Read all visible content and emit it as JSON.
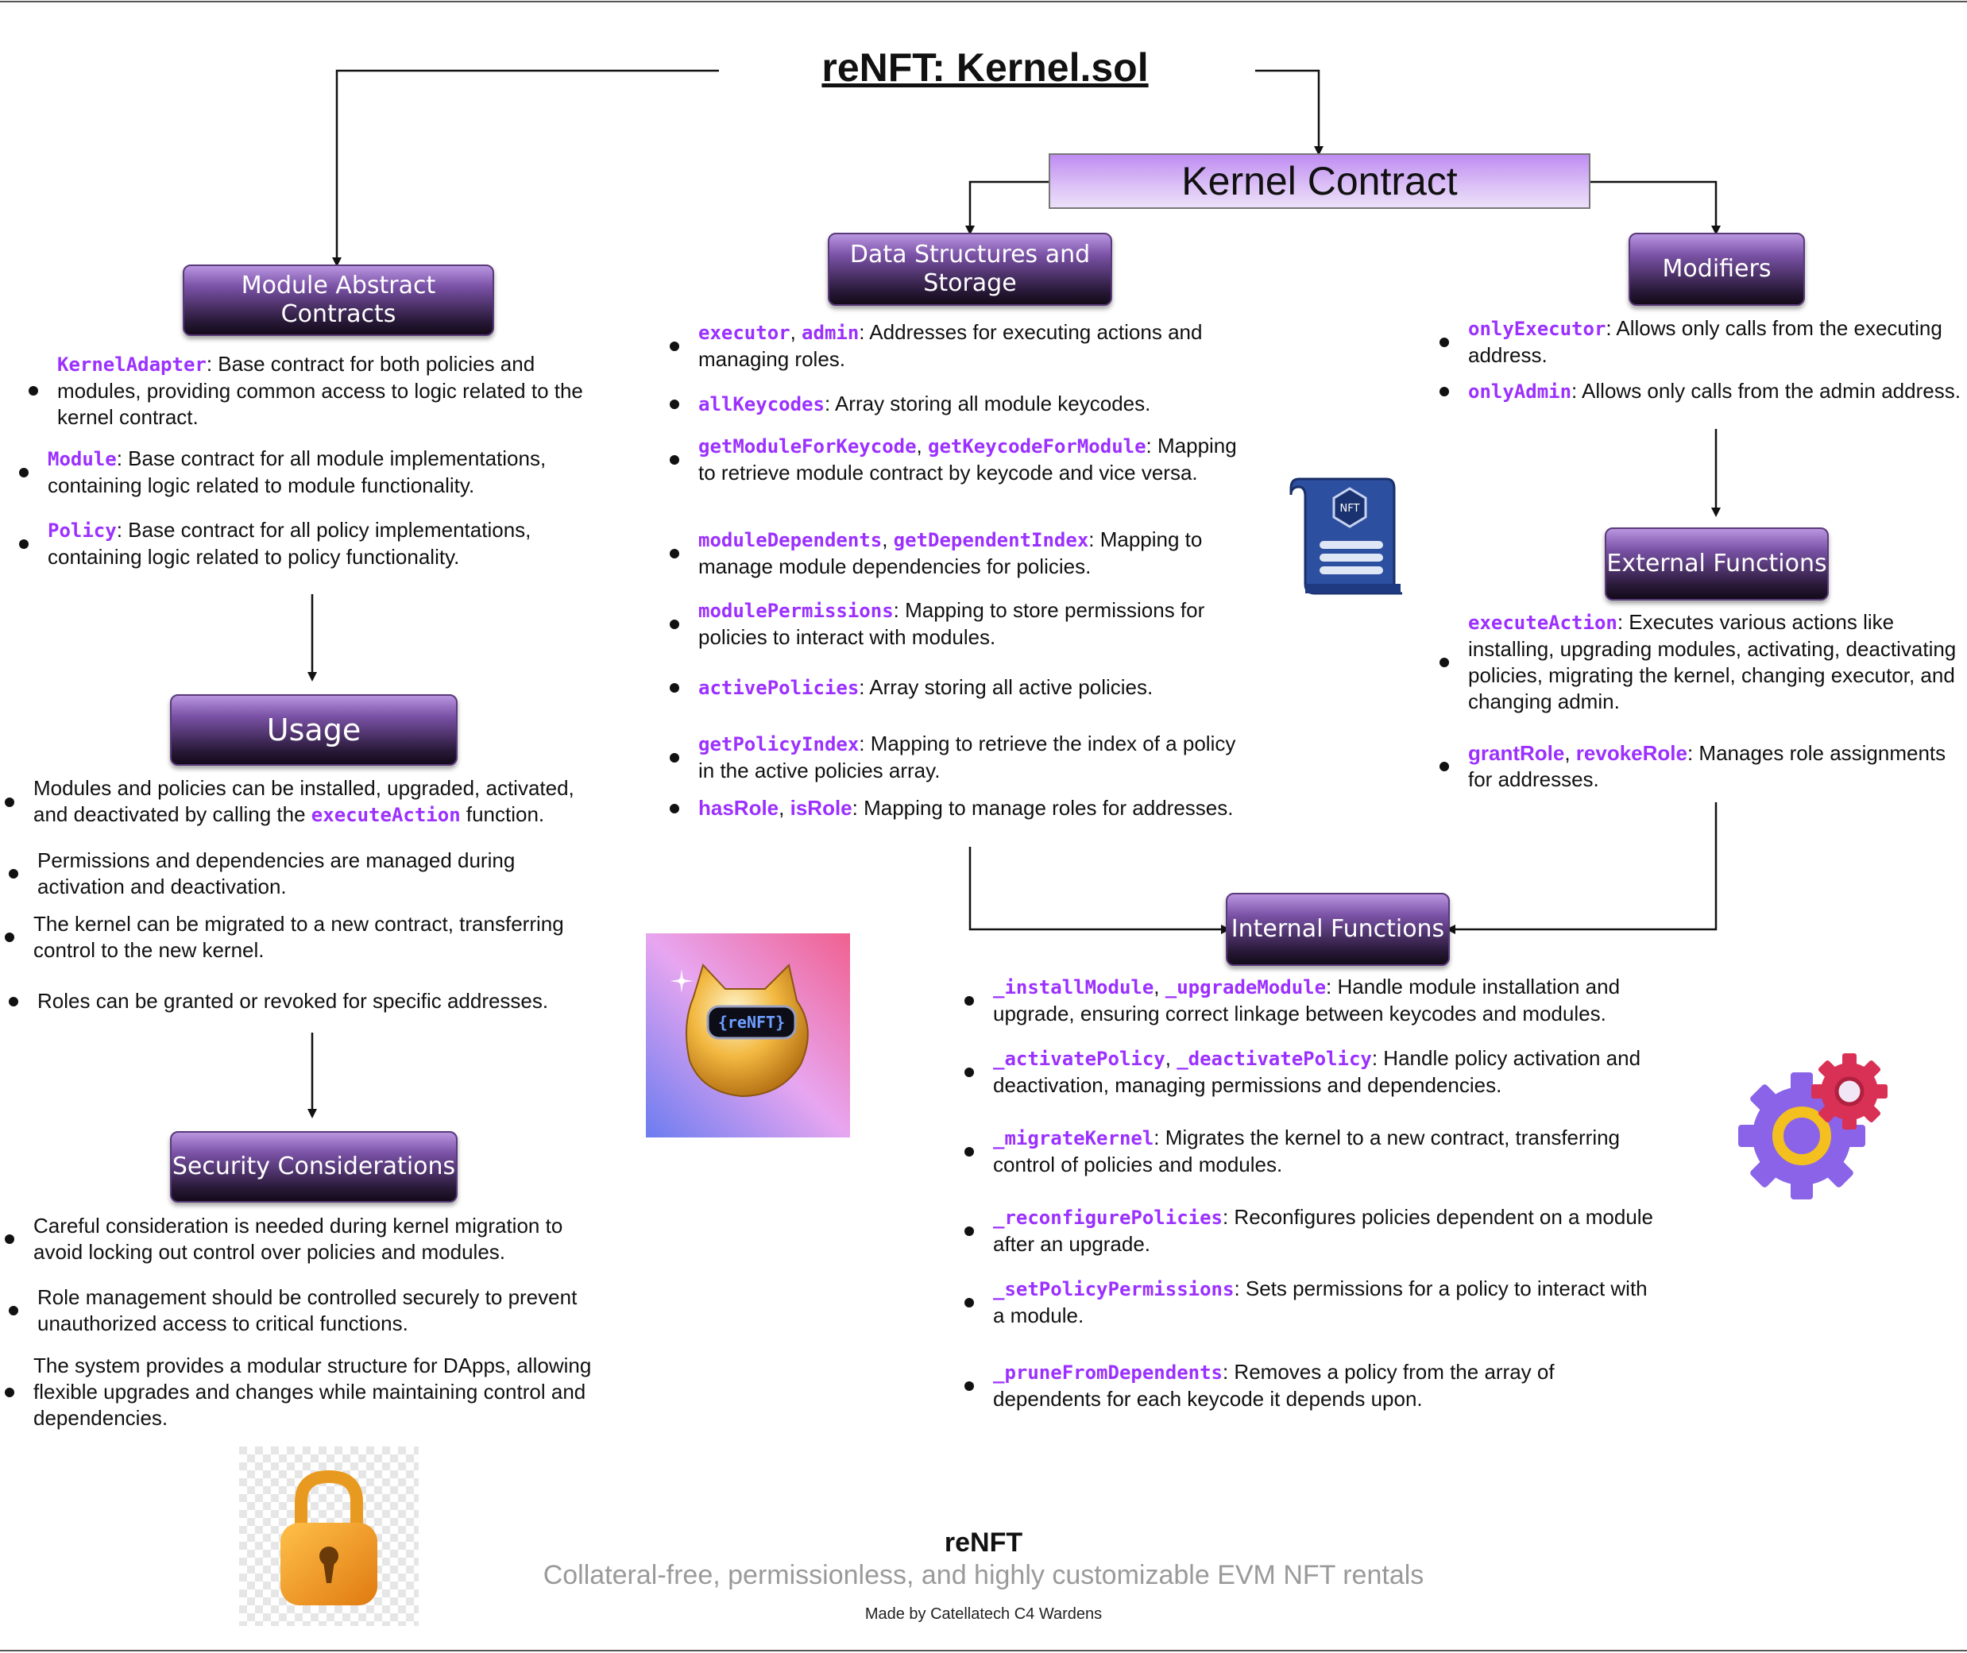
{
  "title": "reNFT: Kernel.sol",
  "kernel_contract": "Kernel Contract",
  "sections": {
    "module_abstract": "Module Abstract Contracts",
    "usage": "Usage",
    "security": "Security Considerations",
    "data_structures": "Data Structures and Storage",
    "modifiers": "Modifiers",
    "external": "External Functions",
    "internal": "Internal Functions"
  },
  "module_abstract_items": [
    {
      "code": "KernelAdapter",
      "text": ": Base contract for both policies and modules, providing common access to logic related to the kernel contract."
    },
    {
      "code": "Module",
      "text": ": Base contract for all module implementations, containing logic related to module functionality."
    },
    {
      "code": "Policy",
      "text": ": Base contract for all policy implementations, containing logic related to policy functionality."
    }
  ],
  "usage_items": [
    {
      "pre": "Modules and policies can be installed, upgraded, activated, and deactivated by calling the ",
      "code": "executeAction",
      "post": " function."
    },
    {
      "pre": "Permissions and dependencies are managed during activation and deactivation."
    },
    {
      "pre": "The kernel can be migrated to a new contract, transferring control to the new kernel."
    },
    {
      "pre": "Roles can be granted or revoked for specific addresses."
    }
  ],
  "security_items": [
    "Careful consideration is needed during kernel migration to avoid locking out control over policies and modules.",
    "Role management should be controlled securely to prevent unauthorized access to critical functions.",
    "The system provides a modular structure for DApps, allowing flexible upgrades and changes while maintaining control and dependencies."
  ],
  "data_items": [
    {
      "code1": "executor",
      "sep": ", ",
      "code2": "admin",
      "text": ": Addresses for executing actions and managing roles."
    },
    {
      "code1": "allKeycodes",
      "text": ": Array storing all module keycodes."
    },
    {
      "code1": "getModuleForKeycode",
      "sep": ", ",
      "code2": "getKeycodeForModule",
      "text": ": Mapping to retrieve module contract by keycode and vice versa."
    },
    {
      "code1": "moduleDependents",
      "sep": ", ",
      "code2": "getDependentIndex",
      "text": ": Mapping to manage module dependencies for policies."
    },
    {
      "code1": "modulePermissions",
      "text": ": Mapping to store permissions for policies to interact with modules."
    },
    {
      "code1": "activePolicies",
      "text": ": Array storing all active policies."
    },
    {
      "code1": "getPolicyIndex",
      "text": ": Mapping to retrieve the index of a policy in the active policies array."
    },
    {
      "bold1": "hasRole",
      "sep": ", ",
      "bold2": "isRole",
      "text": ": Mapping to manage roles for addresses."
    }
  ],
  "modifier_items": [
    {
      "code": "onlyExecutor",
      "text": ": Allows only calls from the executing address."
    },
    {
      "code": "onlyAdmin",
      "text": ": Allows only calls from the admin address."
    }
  ],
  "external_items": [
    {
      "code": "executeAction",
      "text": ": Executes various actions like installing, upgrading modules, activating, deactivating policies, migrating the kernel, changing executor, and changing admin."
    },
    {
      "bold1": "grantRole",
      "sep": ", ",
      "bold2": "revokeRole",
      "text": ": Manages role assignments for addresses."
    }
  ],
  "internal_items": [
    {
      "code1": "_installModule",
      "sep": ", ",
      "code2": "_upgradeModule",
      "text": ": Handle module installation and upgrade, ensuring correct linkage between keycodes and modules."
    },
    {
      "code1": "_activatePolicy",
      "sep": ", ",
      "code2": "_deactivatePolicy",
      "text": ": Handle policy activation and deactivation, managing permissions and dependencies."
    },
    {
      "code1": "_migrateKernel",
      "text": ": Migrates the kernel to a new contract, transferring control of policies and modules."
    },
    {
      "code1": "_reconfigurePolicies",
      "text": ": Reconfigures policies dependent on a module after an upgrade."
    },
    {
      "code1": "_setPolicyPermissions",
      "text": ": Sets permissions for a policy to interact with a module."
    },
    {
      "code1": "_pruneFromDependents",
      "text": ": Removes a policy from the array of dependents for each keycode it depends upon."
    }
  ],
  "images": {
    "scroll_label": "NFT",
    "avatar_label": "{reNFT}"
  },
  "footer": {
    "title": "reNFT",
    "subtitle": "Collateral-free, permissionless, and highly customizable EVM NFT rentals",
    "made_by": "Made by Catellatech C4 Wardens"
  },
  "colors": {
    "accent": "#9b30ff",
    "box_top": "#b995e0",
    "box_bottom": "#120a18",
    "kernel_top": "#bf8cf2"
  }
}
